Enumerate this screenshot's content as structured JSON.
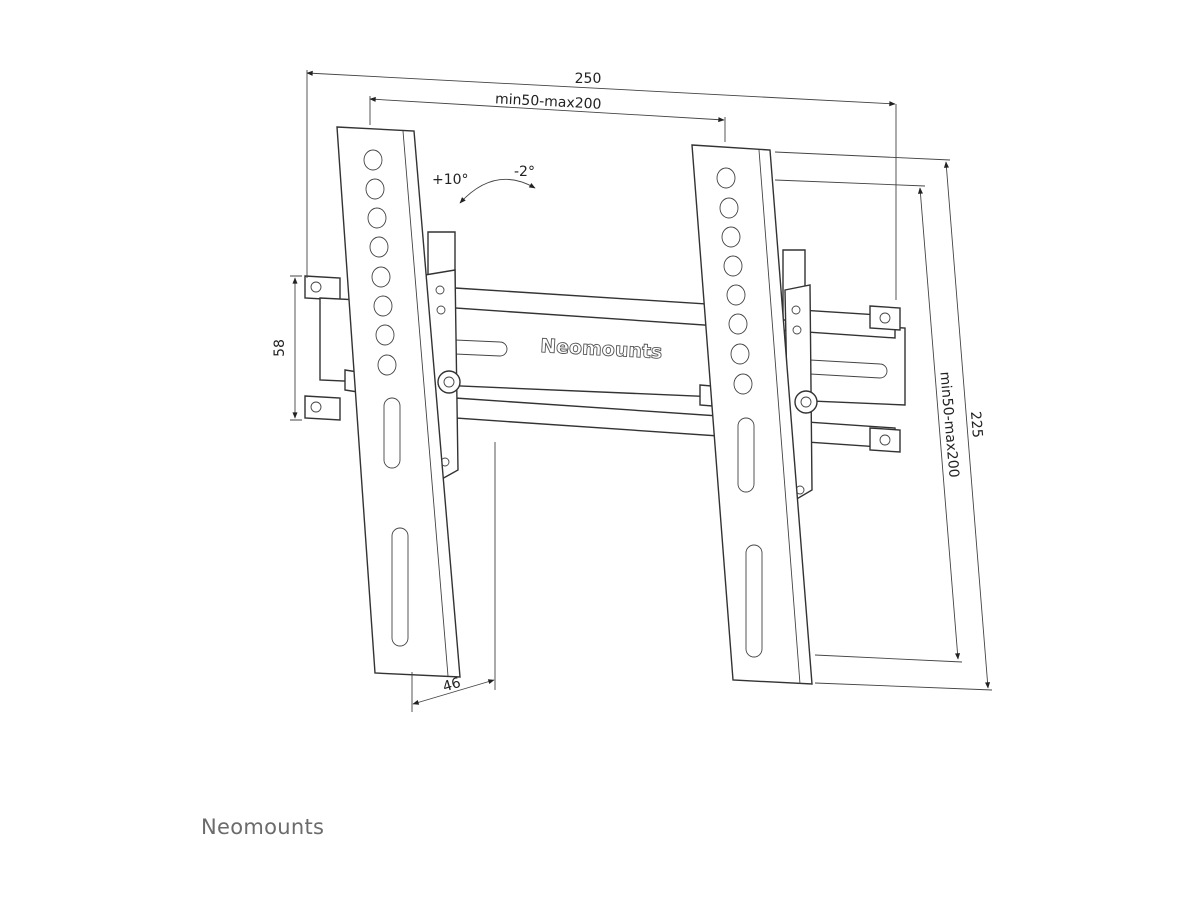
{
  "dimensions": {
    "overall_width": "250",
    "vesa_horizontal": "min50-max200",
    "tilt_up": "+10°",
    "tilt_down": "-2°",
    "rail_height": "58",
    "vesa_vertical": "min50-max200",
    "overall_height": "225",
    "bar_width": "46"
  },
  "product_brand": "Neomounts",
  "footer_logo": "Neomounts"
}
